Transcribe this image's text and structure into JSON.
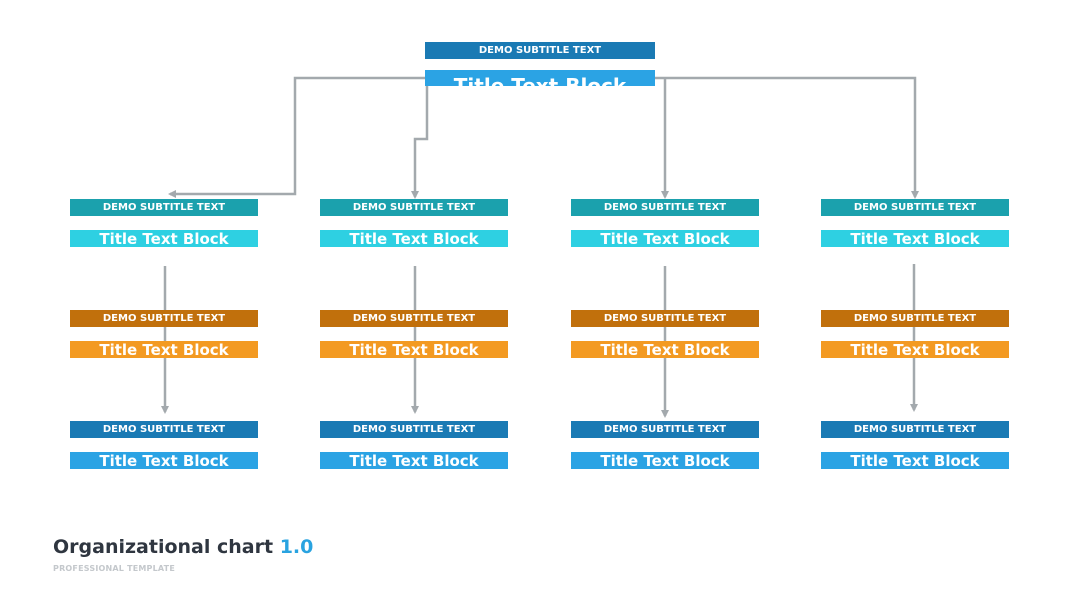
{
  "colors": {
    "connector": "#a3a9ad",
    "top_subtitle_bg": "#1a7ab4",
    "top_title_bg": "#2ba3e4",
    "row1_subtitle_bg": "#1ba1ad",
    "row1_title_bg": "#2ed0e2",
    "row2_subtitle_bg": "#c1700c",
    "row2_title_bg": "#f39a22",
    "row3_subtitle_bg": "#1a7ab4",
    "row3_title_bg": "#2ba3e4",
    "footer_accent": "#29a3e0"
  },
  "top": {
    "subtitle": "DEMO SUBTITLE TEXT",
    "title": "Title Text Block"
  },
  "columns": [
    {
      "row1": {
        "subtitle": "DEMO SUBTITLE TEXT",
        "title": "Title Text Block"
      },
      "row2": {
        "subtitle": "DEMO SUBTITLE TEXT",
        "title": "Title Text Block"
      },
      "row3": {
        "subtitle": "DEMO SUBTITLE TEXT",
        "title": "Title Text Block"
      }
    },
    {
      "row1": {
        "subtitle": "DEMO SUBTITLE TEXT",
        "title": "Title Text Block"
      },
      "row2": {
        "subtitle": "DEMO SUBTITLE TEXT",
        "title": "Title Text Block"
      },
      "row3": {
        "subtitle": "DEMO SUBTITLE TEXT",
        "title": "Title Text Block"
      }
    },
    {
      "row1": {
        "subtitle": "DEMO SUBTITLE TEXT",
        "title": "Title Text Block"
      },
      "row2": {
        "subtitle": "DEMO SUBTITLE TEXT",
        "title": "Title Text Block"
      },
      "row3": {
        "subtitle": "DEMO SUBTITLE TEXT",
        "title": "Title Text Block"
      }
    },
    {
      "row1": {
        "subtitle": "DEMO SUBTITLE TEXT",
        "title": "Title Text Block"
      },
      "row2": {
        "subtitle": "DEMO SUBTITLE TEXT",
        "title": "Title Text Block"
      },
      "row3": {
        "subtitle": "DEMO SUBTITLE TEXT",
        "title": "Title Text Block"
      }
    }
  ],
  "footer": {
    "title": "Organizational chart",
    "version": "1.0",
    "tagline": "PROFESSIONAL TEMPLATE"
  }
}
